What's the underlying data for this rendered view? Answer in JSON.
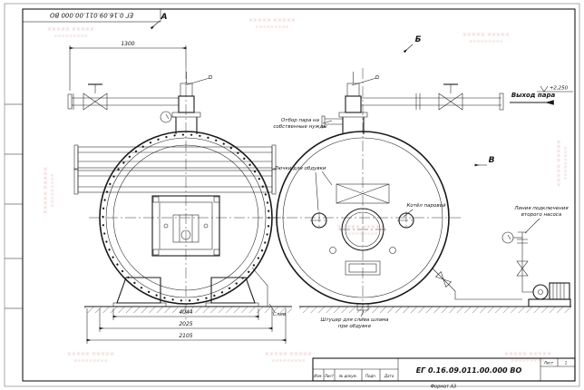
{
  "sheet": {
    "code_top": "ЕГ 0.16.09.011.00.000 ВО",
    "format_label": "Формат А3"
  },
  "title_block": {
    "doc_code": "ЕГ 0.16.09.011.00.000 ВО",
    "col_izm": "Изм.",
    "col_list": "Лист",
    "col_doc": "№ докум.",
    "col_sign": "Подп.",
    "col_date": "Дата",
    "sheet_label": "Лист",
    "sheet_value": "1"
  },
  "views": {
    "a_label": "А",
    "b_label": "Б",
    "v_label": "В"
  },
  "annotations": {
    "steam_output": "Выход пара",
    "elevation": "+2,250",
    "own_needs_1": "Отбор пара на",
    "own_needs_2": "собственные нужды",
    "blow_hatches": "Лючки для обдувки",
    "boiler_label": "Котёл паровой",
    "pump_line_1": "Линия подключения",
    "pump_line_2": "второго насоса",
    "sludge_1": "Штуцер для слива шлама",
    "sludge_2": "при обдувке",
    "drain": "Слив"
  },
  "dimensions": {
    "top_width": "1300",
    "bottom_1": "4044",
    "bottom_2": "2025",
    "bottom_3": "2105"
  },
  "watermark": {
    "line1": "××××× ×××××",
    "line2": "×××××××××"
  }
}
